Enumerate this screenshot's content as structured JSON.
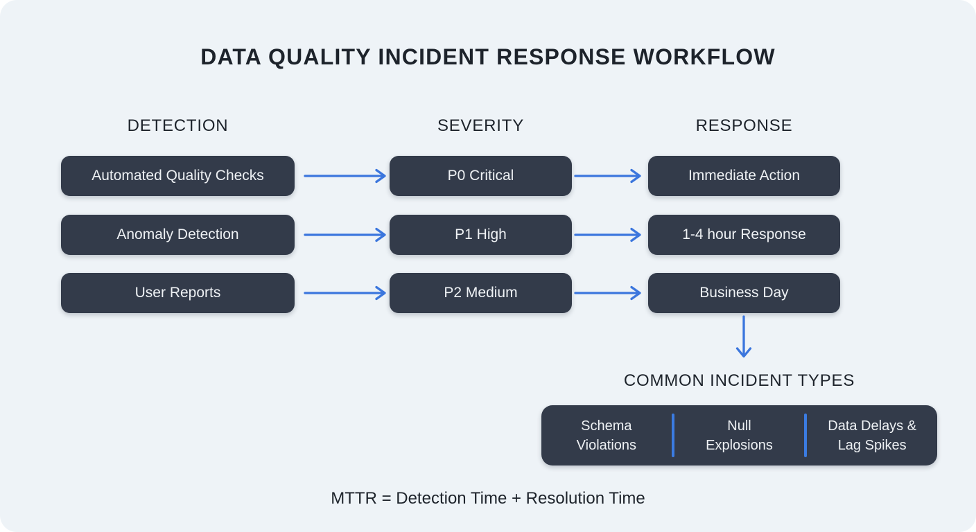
{
  "title": "DATA QUALITY INCIDENT RESPONSE WORKFLOW",
  "colors": {
    "canvas_background": "#eef3f7",
    "node_background": "#333b4a",
    "node_text": "#eef1f4",
    "heading_text": "#1d232b",
    "arrow": "#3b76dd",
    "divider": "#3b7ce2"
  },
  "icons": {
    "flow": "arrow-right-icon",
    "drilldown": "arrow-down-icon"
  },
  "workflow": {
    "columns": [
      {
        "header": "DETECTION",
        "items": [
          "Automated Quality Checks",
          "Anomaly Detection",
          "User Reports"
        ]
      },
      {
        "header": "SEVERITY",
        "items": [
          "P0 Critical",
          "P1 High",
          "P2 Medium"
        ]
      },
      {
        "header": "RESPONSE",
        "items": [
          "Immediate Action",
          "1-4 hour Response",
          "Business Day"
        ]
      }
    ]
  },
  "incident_types": {
    "header": "COMMON INCIDENT TYPES",
    "items": [
      {
        "lines": [
          "Schema",
          "Violations"
        ]
      },
      {
        "lines": [
          "Null",
          "Explosions"
        ]
      },
      {
        "lines": [
          "Data Delays &",
          "Lag Spikes"
        ]
      }
    ]
  },
  "footer": {
    "formula": "MTTR = Detection Time + Resolution Time"
  }
}
